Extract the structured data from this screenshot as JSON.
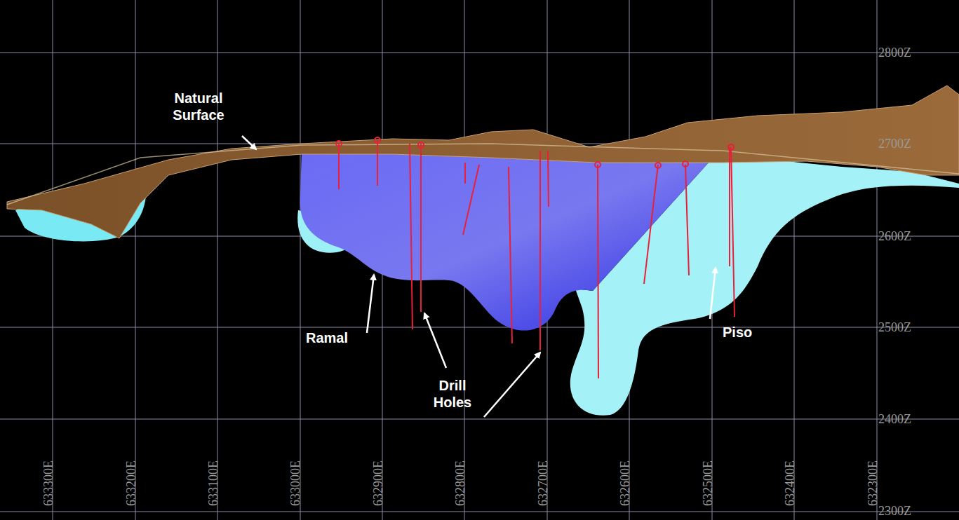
{
  "diagram": {
    "labels": [
      "Natural Surface",
      "Ramal",
      "Drill Holes",
      "Piso",
      "2800Z",
      "2700Z",
      "2600Z",
      "2500Z",
      "2400Z",
      "2300Z",
      "633300E",
      "633200E",
      "633100E",
      "633000E",
      "632900E",
      "632800E",
      "632700E",
      "632600E",
      "632500E",
      "632400E",
      "632300E"
    ]
  }
}
